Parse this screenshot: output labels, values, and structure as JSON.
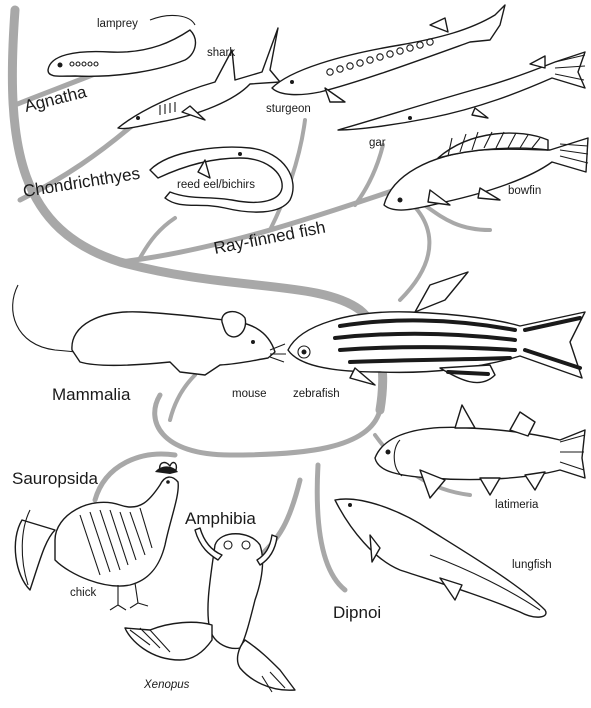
{
  "groups": {
    "agnatha": "Agnatha",
    "chondrichthyes": "Chondrichthyes",
    "ray_finned": "Ray-finned fish",
    "mammalia": "Mammalia",
    "sauropsida": "Sauropsida",
    "amphibia": "Amphibia",
    "dipnoi": "Dipnoi"
  },
  "species": {
    "lamprey": "lamprey",
    "shark": "shark",
    "sturgeon": "sturgeon",
    "gar": "gar",
    "reed_eel": "reed eel/bichirs",
    "bowfin": "bowfin",
    "mouse": "mouse",
    "zebrafish": "zebrafish",
    "latimeria": "latimeria",
    "chick": "chick",
    "lungfish": "lungfish",
    "xenopus": "Xenopus"
  },
  "colors": {
    "branch": "#a8a8a8",
    "ink": "#1a1a1a",
    "background": "#ffffff"
  }
}
